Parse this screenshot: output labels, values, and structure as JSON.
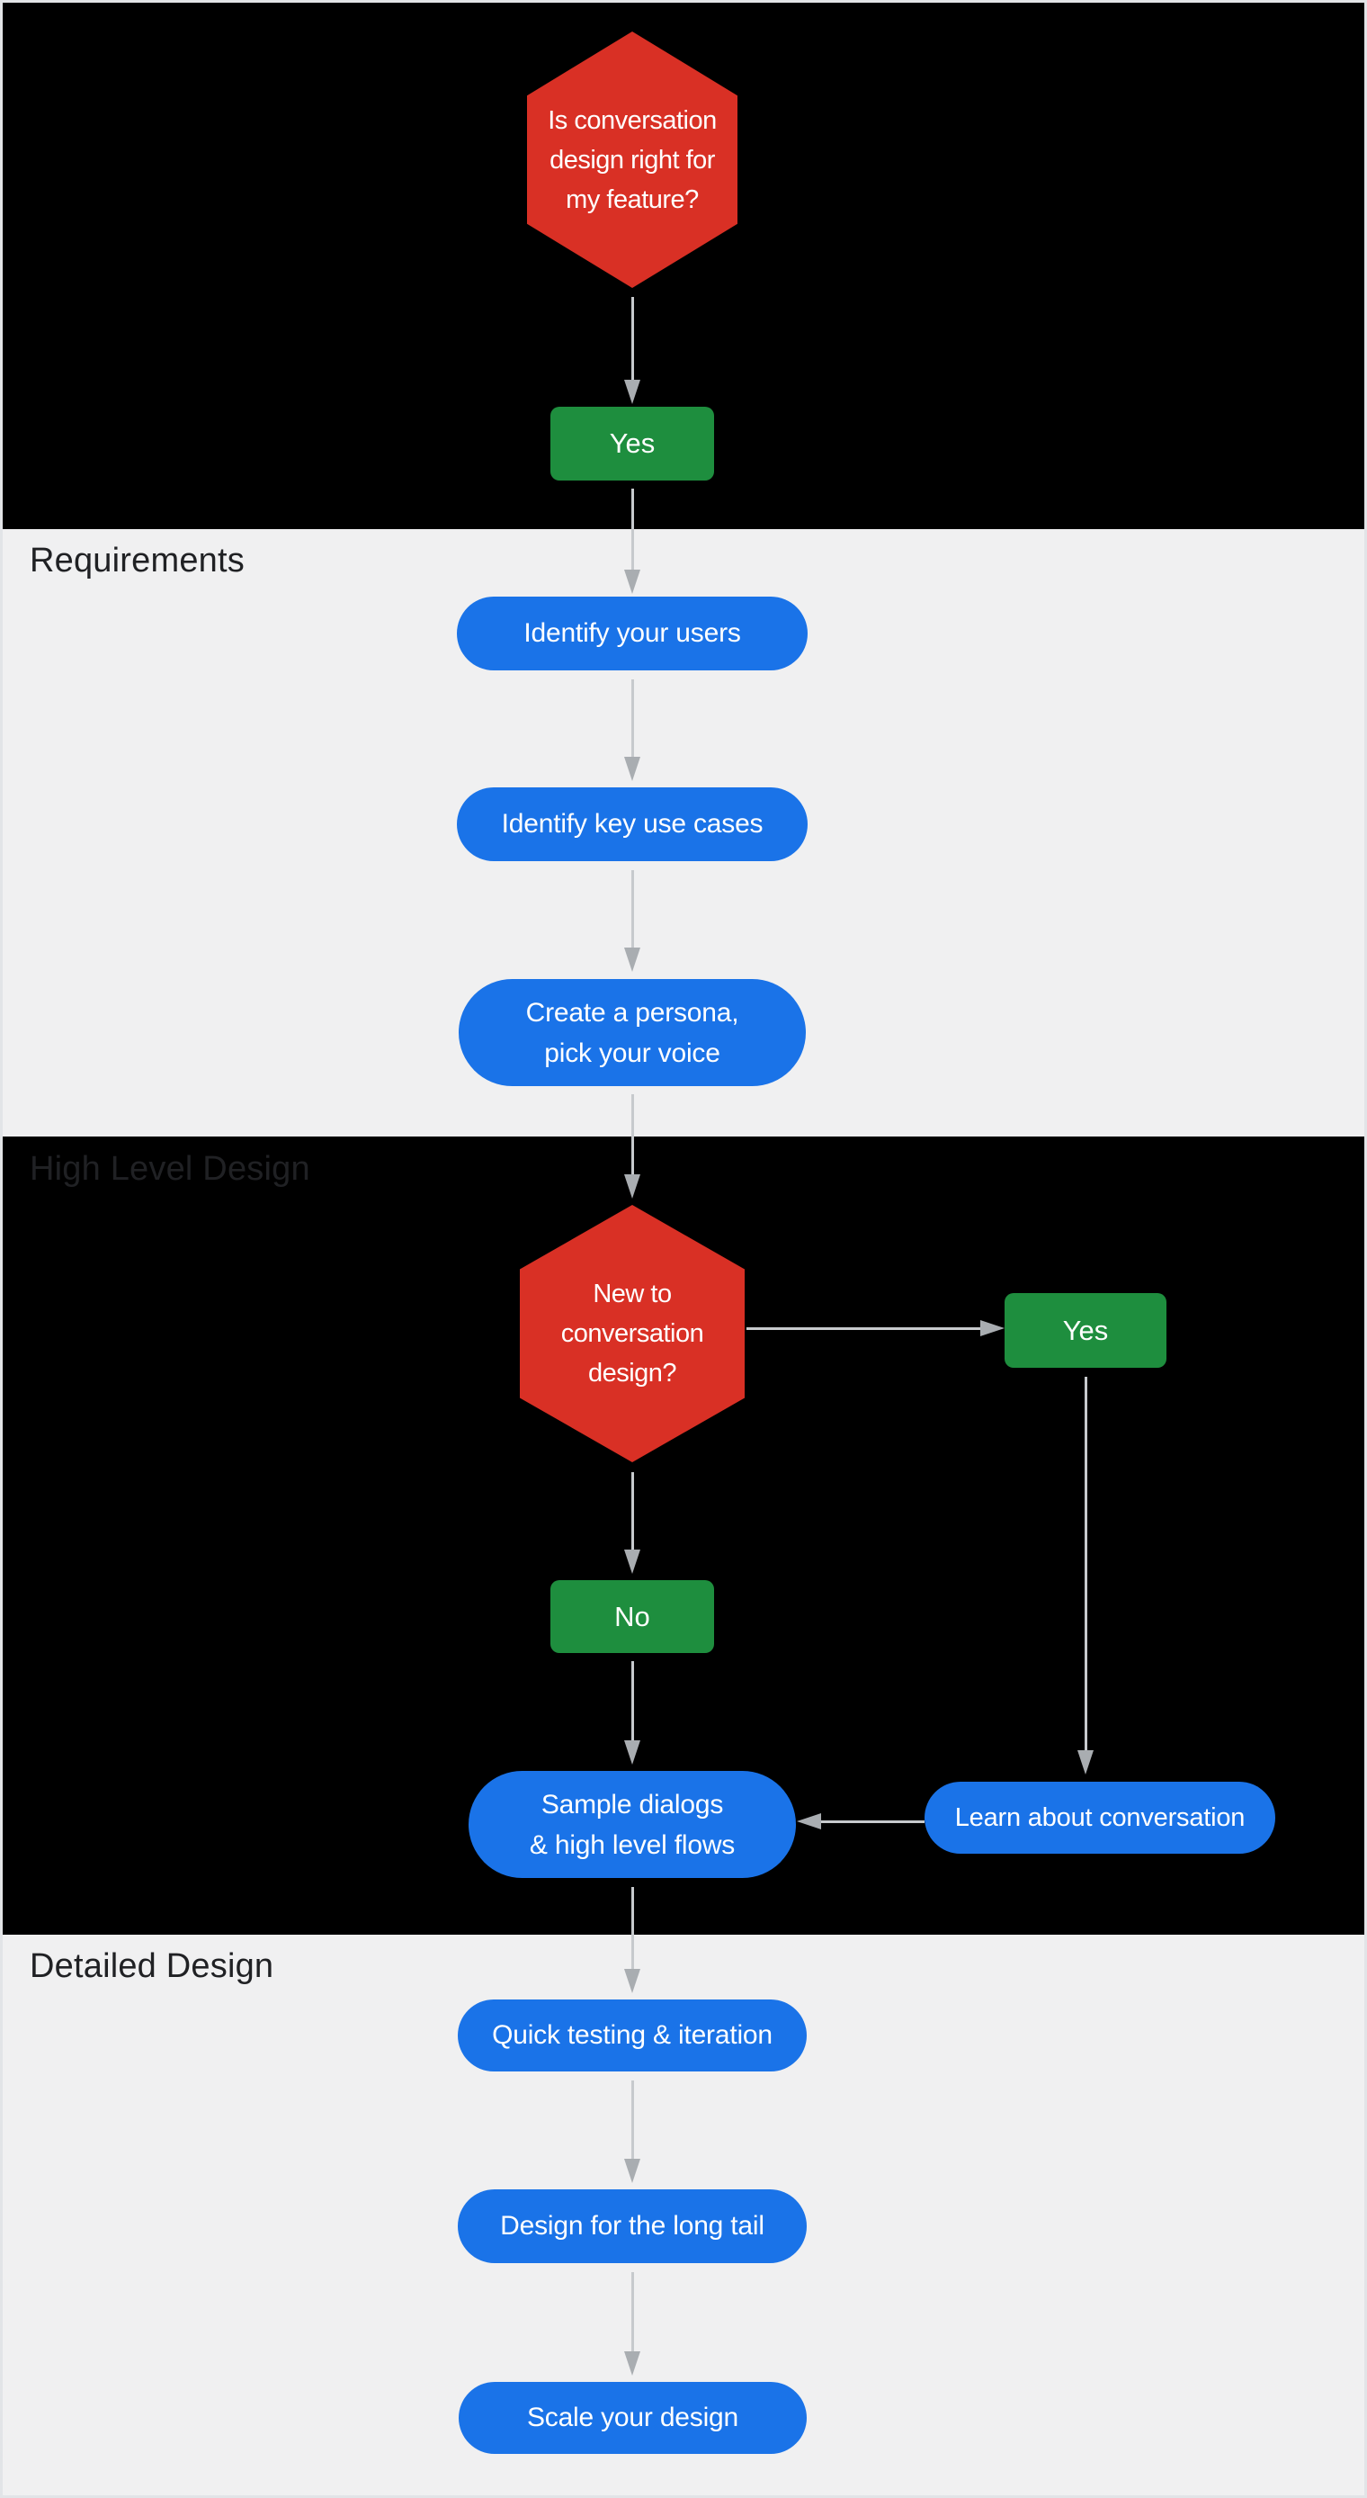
{
  "colors": {
    "decision_red": "#D93025",
    "process_blue": "#1A73E8",
    "terminal_green": "#1E8E3E",
    "section_dark_bg": "#000000",
    "section_light_bg": "#F0F0F1",
    "section_label_text": "#202124",
    "node_text": "#FFFFFF",
    "arrow_line": "#C7CACD",
    "arrow_head": "#A9ADB1",
    "page_border": "#E2E4E7"
  },
  "sections": {
    "requirements": {
      "label": "Requirements"
    },
    "high_level_design": {
      "label": "High Level Design"
    },
    "detailed_design": {
      "label": "Detailed Design"
    }
  },
  "nodes": {
    "decision_feature": {
      "type": "decision",
      "lines": [
        "Is conversation",
        "design right for",
        "my feature?"
      ]
    },
    "yes_start": {
      "type": "terminal",
      "label": "Yes"
    },
    "identify_users": {
      "type": "process",
      "label": "Identify your users"
    },
    "identify_use_cases": {
      "type": "process",
      "label": "Identify key use cases"
    },
    "create_persona": {
      "type": "process",
      "lines": [
        "Create a persona,",
        "pick your voice"
      ]
    },
    "decision_new_to_cd": {
      "type": "decision",
      "lines": [
        "New to",
        "conversation",
        "design?"
      ]
    },
    "yes_branch": {
      "type": "terminal",
      "label": "Yes"
    },
    "no_branch": {
      "type": "terminal",
      "label": "No"
    },
    "sample_dialogs": {
      "type": "process",
      "lines": [
        "Sample dialogs",
        "& high level flows"
      ]
    },
    "learn_conversation": {
      "type": "process",
      "label": "Learn about conversation"
    },
    "quick_testing": {
      "type": "process",
      "label": "Quick testing & iteration"
    },
    "long_tail": {
      "type": "process",
      "label": "Design for the long tail"
    },
    "scale_design": {
      "type": "process",
      "label": "Scale your design"
    }
  }
}
